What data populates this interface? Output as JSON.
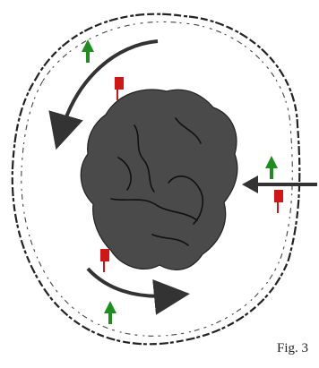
{
  "figure": {
    "label": "Fig. 3",
    "colors": {
      "background": "#ffffff",
      "mass": "#4a4a4a",
      "mass_veins": "#111111",
      "outer_ring": "#222222",
      "flow_arrow": "#333333",
      "green_marker": "#1e8f1e",
      "red_marker": "#d21515"
    },
    "elements": {
      "central_mass": "central-mass",
      "outer_ring": "outer-irregular-ring",
      "curved_arrows": [
        "curved-arrow-upper-left",
        "curved-arrow-bottom"
      ],
      "straight_arrow": "straight-arrow-right",
      "green_markers": [
        "green-up-arrow-top-left",
        "green-up-arrow-right",
        "green-up-arrow-bottom"
      ],
      "red_markers": [
        "red-pin-top",
        "red-pin-right",
        "red-pin-bottom"
      ]
    }
  }
}
